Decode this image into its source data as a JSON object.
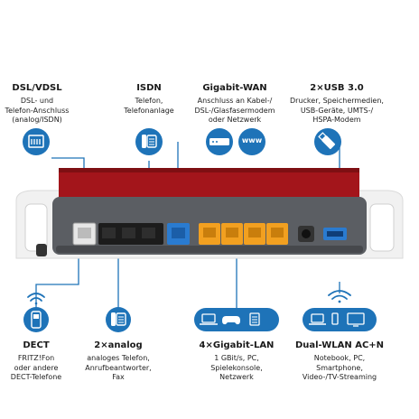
{
  "top": [
    {
      "title": "DSL/VDSL",
      "lines": [
        "DSL- und",
        "Telefon-Anschluss",
        "(analog/ISDN)"
      ],
      "icon": "dsl-port-icon"
    },
    {
      "title": "ISDN",
      "lines": [
        "Telefon,",
        "Telefonanlage"
      ],
      "icon": "desk-phone-icon"
    },
    {
      "title": "Gigabit-WAN",
      "lines": [
        "Anschluss an Kabel-/",
        "DSL-/Glasfasermodem",
        "oder Netzwerk"
      ],
      "icon": "modem-icon",
      "icon2": "www-globe-icon",
      "icon2_text": "www"
    },
    {
      "title": "2×USB 3.0",
      "lines": [
        "Drucker, Speichermedien,",
        "USB-Geräte, UMTS-/",
        "HSPA-Modem"
      ],
      "icon": "usb-stick-icon"
    }
  ],
  "bottom": [
    {
      "title": "DECT",
      "lines": [
        "FRITZ!Fon",
        "oder andere",
        "DECT-Telefone"
      ],
      "icon": "dect-phone-icon"
    },
    {
      "title": "2×analog",
      "lines": [
        "analoges Telefon,",
        "Anrufbeantworter,",
        "Fax"
      ],
      "icon": "analog-phone-icon"
    },
    {
      "title": "4×Gigabit-LAN",
      "lines": [
        "1 GBit/s, PC,",
        "Spielekonsole,",
        "Netzwerk"
      ],
      "icon": "lan-devices-icon"
    },
    {
      "title": "Dual-WLAN AC+N",
      "lines": [
        "Notebook, PC,",
        "Smartphone,",
        "Video-/TV-Streaming"
      ],
      "icon": "wlan-devices-icon"
    }
  ],
  "colors": {
    "accent": "#1e73b8",
    "router_red": "#a3151b",
    "router_body": "#5b5e63",
    "lan_port": "#f2a020",
    "wan_port": "#2a7bd0"
  }
}
